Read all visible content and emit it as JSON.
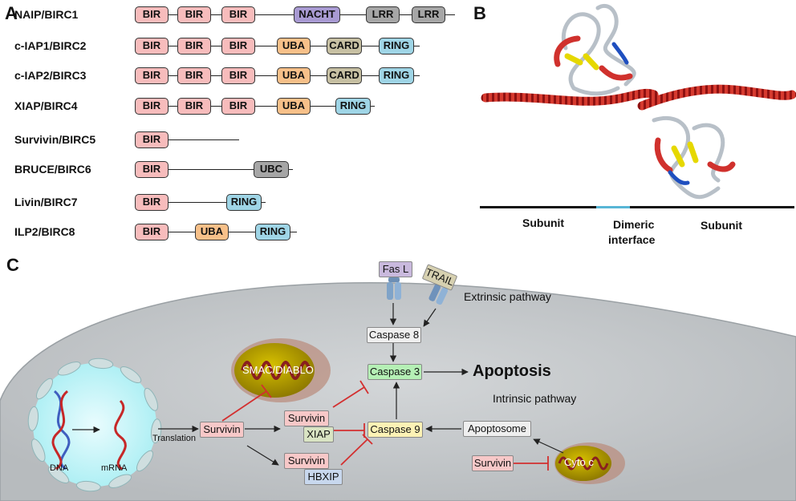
{
  "panels": {
    "a": "A",
    "b": "B",
    "c": "C"
  },
  "proteins": [
    {
      "name": "NAIP/BIRC1",
      "domains": [
        "BIR",
        "BIR",
        "BIR",
        "NACHT",
        "LRR",
        "LRR"
      ]
    },
    {
      "name": "c-IAP1/BIRC2",
      "domains": [
        "BIR",
        "BIR",
        "BIR",
        "UBA",
        "CARD",
        "RING"
      ]
    },
    {
      "name": "c-IAP2/BIRC3",
      "domains": [
        "BIR",
        "BIR",
        "BIR",
        "UBA",
        "CARD",
        "RING"
      ]
    },
    {
      "name": "XIAP/BIRC4",
      "domains": [
        "BIR",
        "BIR",
        "BIR",
        "UBA",
        "RING"
      ]
    },
    {
      "name": "Survivin/BIRC5",
      "domains": [
        "BIR"
      ]
    },
    {
      "name": "BRUCE/BIRC6",
      "domains": [
        "BIR",
        "UBC"
      ]
    },
    {
      "name": "Livin/BIRC7",
      "domains": [
        "BIR",
        "RING"
      ]
    },
    {
      "name": "ILP2/BIRC8",
      "domains": [
        "BIR",
        "UBA",
        "RING"
      ]
    }
  ],
  "structure": {
    "subunit_left": "Subunit",
    "dimeric_1": "Dimeric",
    "dimeric_2": "interface",
    "subunit_right": "Subunit"
  },
  "pathway": {
    "fasl": "Fas L",
    "trail": "TRAIL",
    "extrinsic": "Extrinsic pathway",
    "intrinsic": "Intrinsic pathway",
    "caspase8": "Caspase 8",
    "caspase3": "Caspase 3",
    "caspase9": "Caspase 9",
    "apoptosis": "Apoptosis",
    "smac": "SMAC/DIABLO",
    "survivin": "Survivin",
    "xiap": "XIAP",
    "hbxip": "HBXIP",
    "apoptosome": "Apoptosome",
    "cytoc": "Cyto c",
    "dna": "DNA",
    "mrna": "mRNA",
    "translation": "Translation"
  },
  "colors": {
    "bir": "#f7bcbc",
    "nacht": "#a89ad2",
    "lrr": "#a6a6a6",
    "uba": "#f7c089",
    "card": "#c7c0a3",
    "ring": "#9fd5e6",
    "helix": "#c62828",
    "sheet": "#e6d800",
    "loop": "#b8c0c8",
    "cell": "#c5c9cc",
    "inhibit": "#d32f2f",
    "nucleus": "#bff2f6",
    "mito": "#b8a000"
  }
}
